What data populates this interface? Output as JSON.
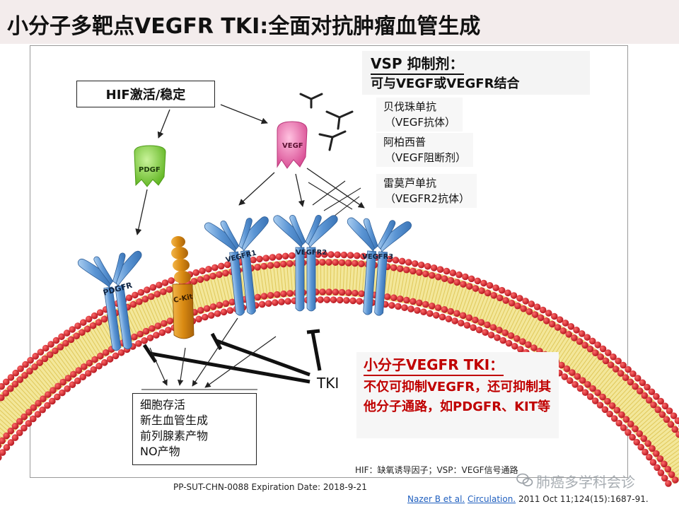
{
  "slide": {
    "title": "小分子多靶点VEGFR TKI:全面对抗肿瘤血管生成"
  },
  "hif_box": {
    "label": "HIF激活/稳定"
  },
  "ligands": {
    "pdgf": "PDGF",
    "vegf": "VEGF"
  },
  "receptors": {
    "pdgfr": "PDGFR",
    "ckit": "C-Kit",
    "vegfr1": "VEGFR1",
    "vegfr2": "VEGFR2",
    "vegfr3": "VEGFR3"
  },
  "vsp": {
    "title": "VSP 抑制剂：",
    "subtitle": "可与VEGF或VEGFR结合",
    "drugs": [
      {
        "name": "贝伐珠单抗",
        "desc": "（VEGF抗体）"
      },
      {
        "name": "阿柏西普",
        "desc": "（VEGF阻断剂）"
      },
      {
        "name": "雷莫芦单抗",
        "desc": "（VEGFR2抗体）"
      }
    ]
  },
  "effects": {
    "items": [
      "细胞存活",
      "新生血管生成",
      "前列腺素产物",
      "NO产物"
    ]
  },
  "tki": {
    "label": "TKI",
    "heading": "小分子VEGFR TKI：",
    "body": "不仅可抑制VEGFR，还可抑制其他分子通路，如PDGFR、KIT等"
  },
  "footer": {
    "footnote": "HIF：缺氧诱导因子；VSP：VEGF信号通路",
    "expiry": "PP-SUT-CHN-0088 Expiration Date: 2018-9-21",
    "citation_authors": "Nazer B et al.",
    "citation_journal": "Circulation.",
    "citation_rest": " 2011 Oct 11;124(15):1687-91.",
    "watermark": "肺癌多学科会诊"
  },
  "colors": {
    "title_bg": "#f3ecec",
    "receptor_blue": "#6fa8dc",
    "pdgf_green": "#7ccf3c",
    "vegf_pink": "#e86aa8",
    "ckit_orange": "#d98a12",
    "membrane_red": "#d0202a",
    "membrane_yellow": "#f3e79a",
    "tki_red": "#c00000"
  }
}
